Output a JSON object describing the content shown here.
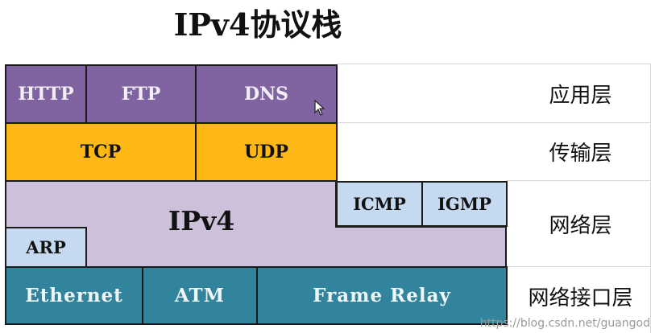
{
  "title": "IPv4协议栈",
  "layers": {
    "application": {
      "label": "应用层",
      "protocols": [
        "HTTP",
        "FTP",
        "DNS"
      ]
    },
    "transport": {
      "label": "传输层",
      "protocols": [
        "TCP",
        "UDP"
      ]
    },
    "network": {
      "label": "网络层",
      "main": "IPv4",
      "protocols": [
        "ICMP",
        "IGMP",
        "ARP"
      ]
    },
    "link": {
      "label": "网络接口层",
      "protocols": [
        "Ethernet",
        "ATM",
        "Frame Relay"
      ]
    }
  },
  "colors": {
    "application": "#8064a2",
    "transport": "#fdb813",
    "network": "#ccc0da",
    "network_sub": "#c5d9f1",
    "link": "#31849b"
  },
  "watermark": "https://blog.csdn.net/guangod"
}
